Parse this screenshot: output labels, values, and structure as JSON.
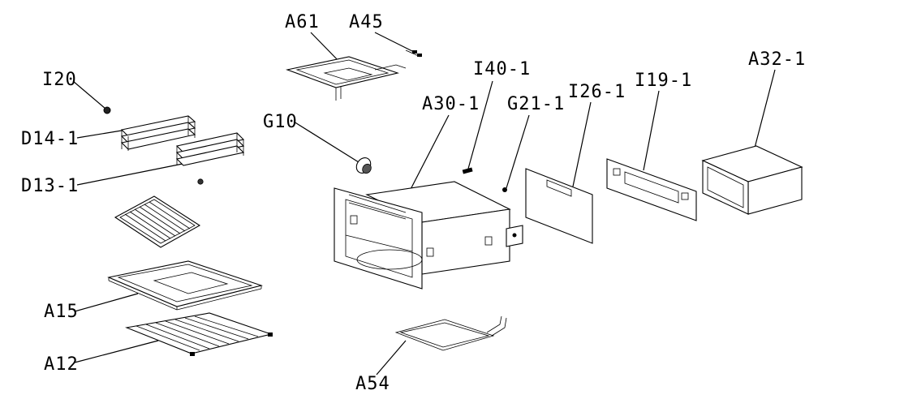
{
  "colors": {
    "line": "#000000",
    "background": "#ffffff",
    "part_fill": "#ffffff"
  },
  "labels": {
    "I20": "I20",
    "D14_1": "D14-1",
    "D13_1": "D13-1",
    "A15": "A15",
    "A12": "A12",
    "A61": "A61",
    "A45": "A45",
    "G10": "G10",
    "A30_1": "A30-1",
    "I40_1": "I40-1",
    "G21_1": "G21-1",
    "I26_1": "I26-1",
    "I19_1": "I19-1",
    "A32_1": "A32-1",
    "A54": "A54"
  }
}
